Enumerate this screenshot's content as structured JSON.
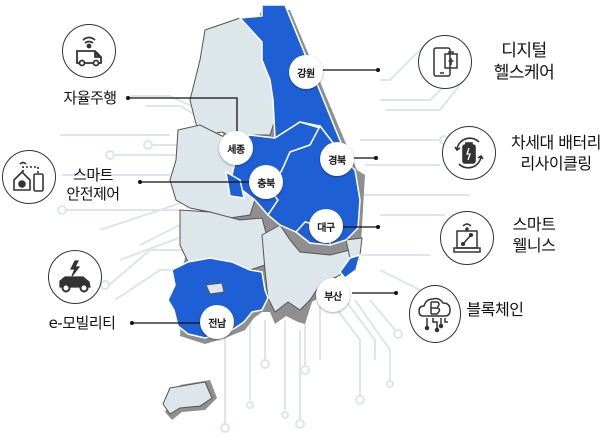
{
  "colors": {
    "blue_region": "#1f5fd6",
    "gray_region": "#dde6ea",
    "region_outline": "#555555",
    "shadow": "#8f8f8f",
    "circuit": "#dfe4ee",
    "line": "#111111"
  },
  "regions": [
    {
      "id": "gangwon",
      "label": "강원",
      "highlighted": true
    },
    {
      "id": "sejong",
      "label": "세종",
      "highlighted": true
    },
    {
      "id": "chungbuk",
      "label": "충북",
      "highlighted": true
    },
    {
      "id": "gyeongbuk",
      "label": "경북",
      "highlighted": true
    },
    {
      "id": "daegu",
      "label": "대구",
      "highlighted": true
    },
    {
      "id": "busan",
      "label": "부산",
      "highlighted": true
    },
    {
      "id": "jeonnam",
      "label": "전남",
      "highlighted": true
    }
  ],
  "categories": [
    {
      "id": "autonomous-driving",
      "label": "자율주행",
      "region": "세종",
      "icon": "autonomous-van-icon"
    },
    {
      "id": "smart-safety",
      "label_line1": "스마트",
      "label_line2": "안전제어",
      "region": "충북",
      "icon": "smart-home-fire-icon"
    },
    {
      "id": "e-mobility",
      "label": "e-모빌리티",
      "region": "전남",
      "icon": "electric-car-icon"
    },
    {
      "id": "digital-healthcare",
      "label_line1": "디지털",
      "label_line2": "헬스케어",
      "region": "강원",
      "icon": "mobile-health-icon"
    },
    {
      "id": "battery-recycling",
      "label_line1": "차세대 배터리",
      "label_line2": "리사이클링",
      "region": "경북",
      "icon": "battery-recycle-icon"
    },
    {
      "id": "smart-wellness",
      "label_line1": "스마트",
      "label_line2": "웰니스",
      "region": "대구",
      "icon": "wellness-device-icon"
    },
    {
      "id": "blockchain",
      "label": "블록체인",
      "region": "부산",
      "icon": "bitcoin-cloud-icon"
    }
  ]
}
